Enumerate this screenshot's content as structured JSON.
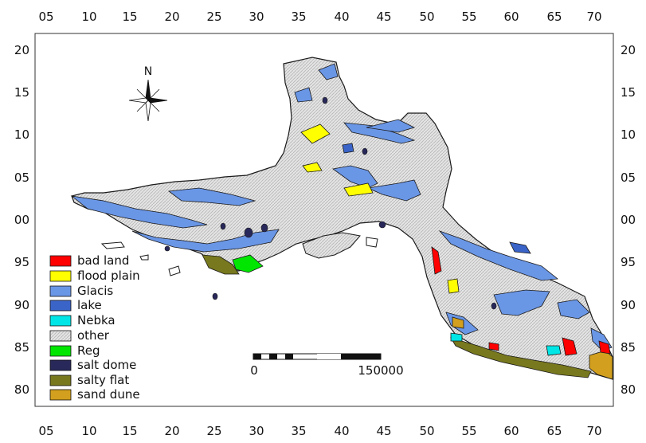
{
  "axes": {
    "x_ticks": [
      "05",
      "10",
      "15",
      "20",
      "25",
      "30",
      "35",
      "40",
      "45",
      "50",
      "55",
      "60",
      "65",
      "70"
    ],
    "y_ticks": [
      "20",
      "15",
      "10",
      "05",
      "00",
      "95",
      "90",
      "85",
      "80"
    ]
  },
  "north_arrow": {
    "label": "N",
    "icon": "compass-rose-icon"
  },
  "legend": [
    {
      "label": "bad land",
      "color": "#ff0000"
    },
    {
      "label": "flood plain",
      "color": "#ffff00"
    },
    {
      "label": "Glacis",
      "color": "#6a96e6"
    },
    {
      "label": "lake",
      "color": "#3a64c8"
    },
    {
      "label": "Nebka",
      "color": "#00e6e6"
    },
    {
      "label": "other",
      "color": "#e4e4e4",
      "pattern": "hatched"
    },
    {
      "label": "Reg",
      "color": "#00e600"
    },
    {
      "label": "salt dome",
      "color": "#28285a"
    },
    {
      "label": "salty flat",
      "color": "#78781e"
    },
    {
      "label": "sand dune",
      "color": "#d2a01e"
    }
  ],
  "scale_bar": {
    "start_label": "0",
    "end_label": "150000"
  },
  "colors": {
    "outline": "#1a1a1a",
    "frame": "#333333"
  }
}
